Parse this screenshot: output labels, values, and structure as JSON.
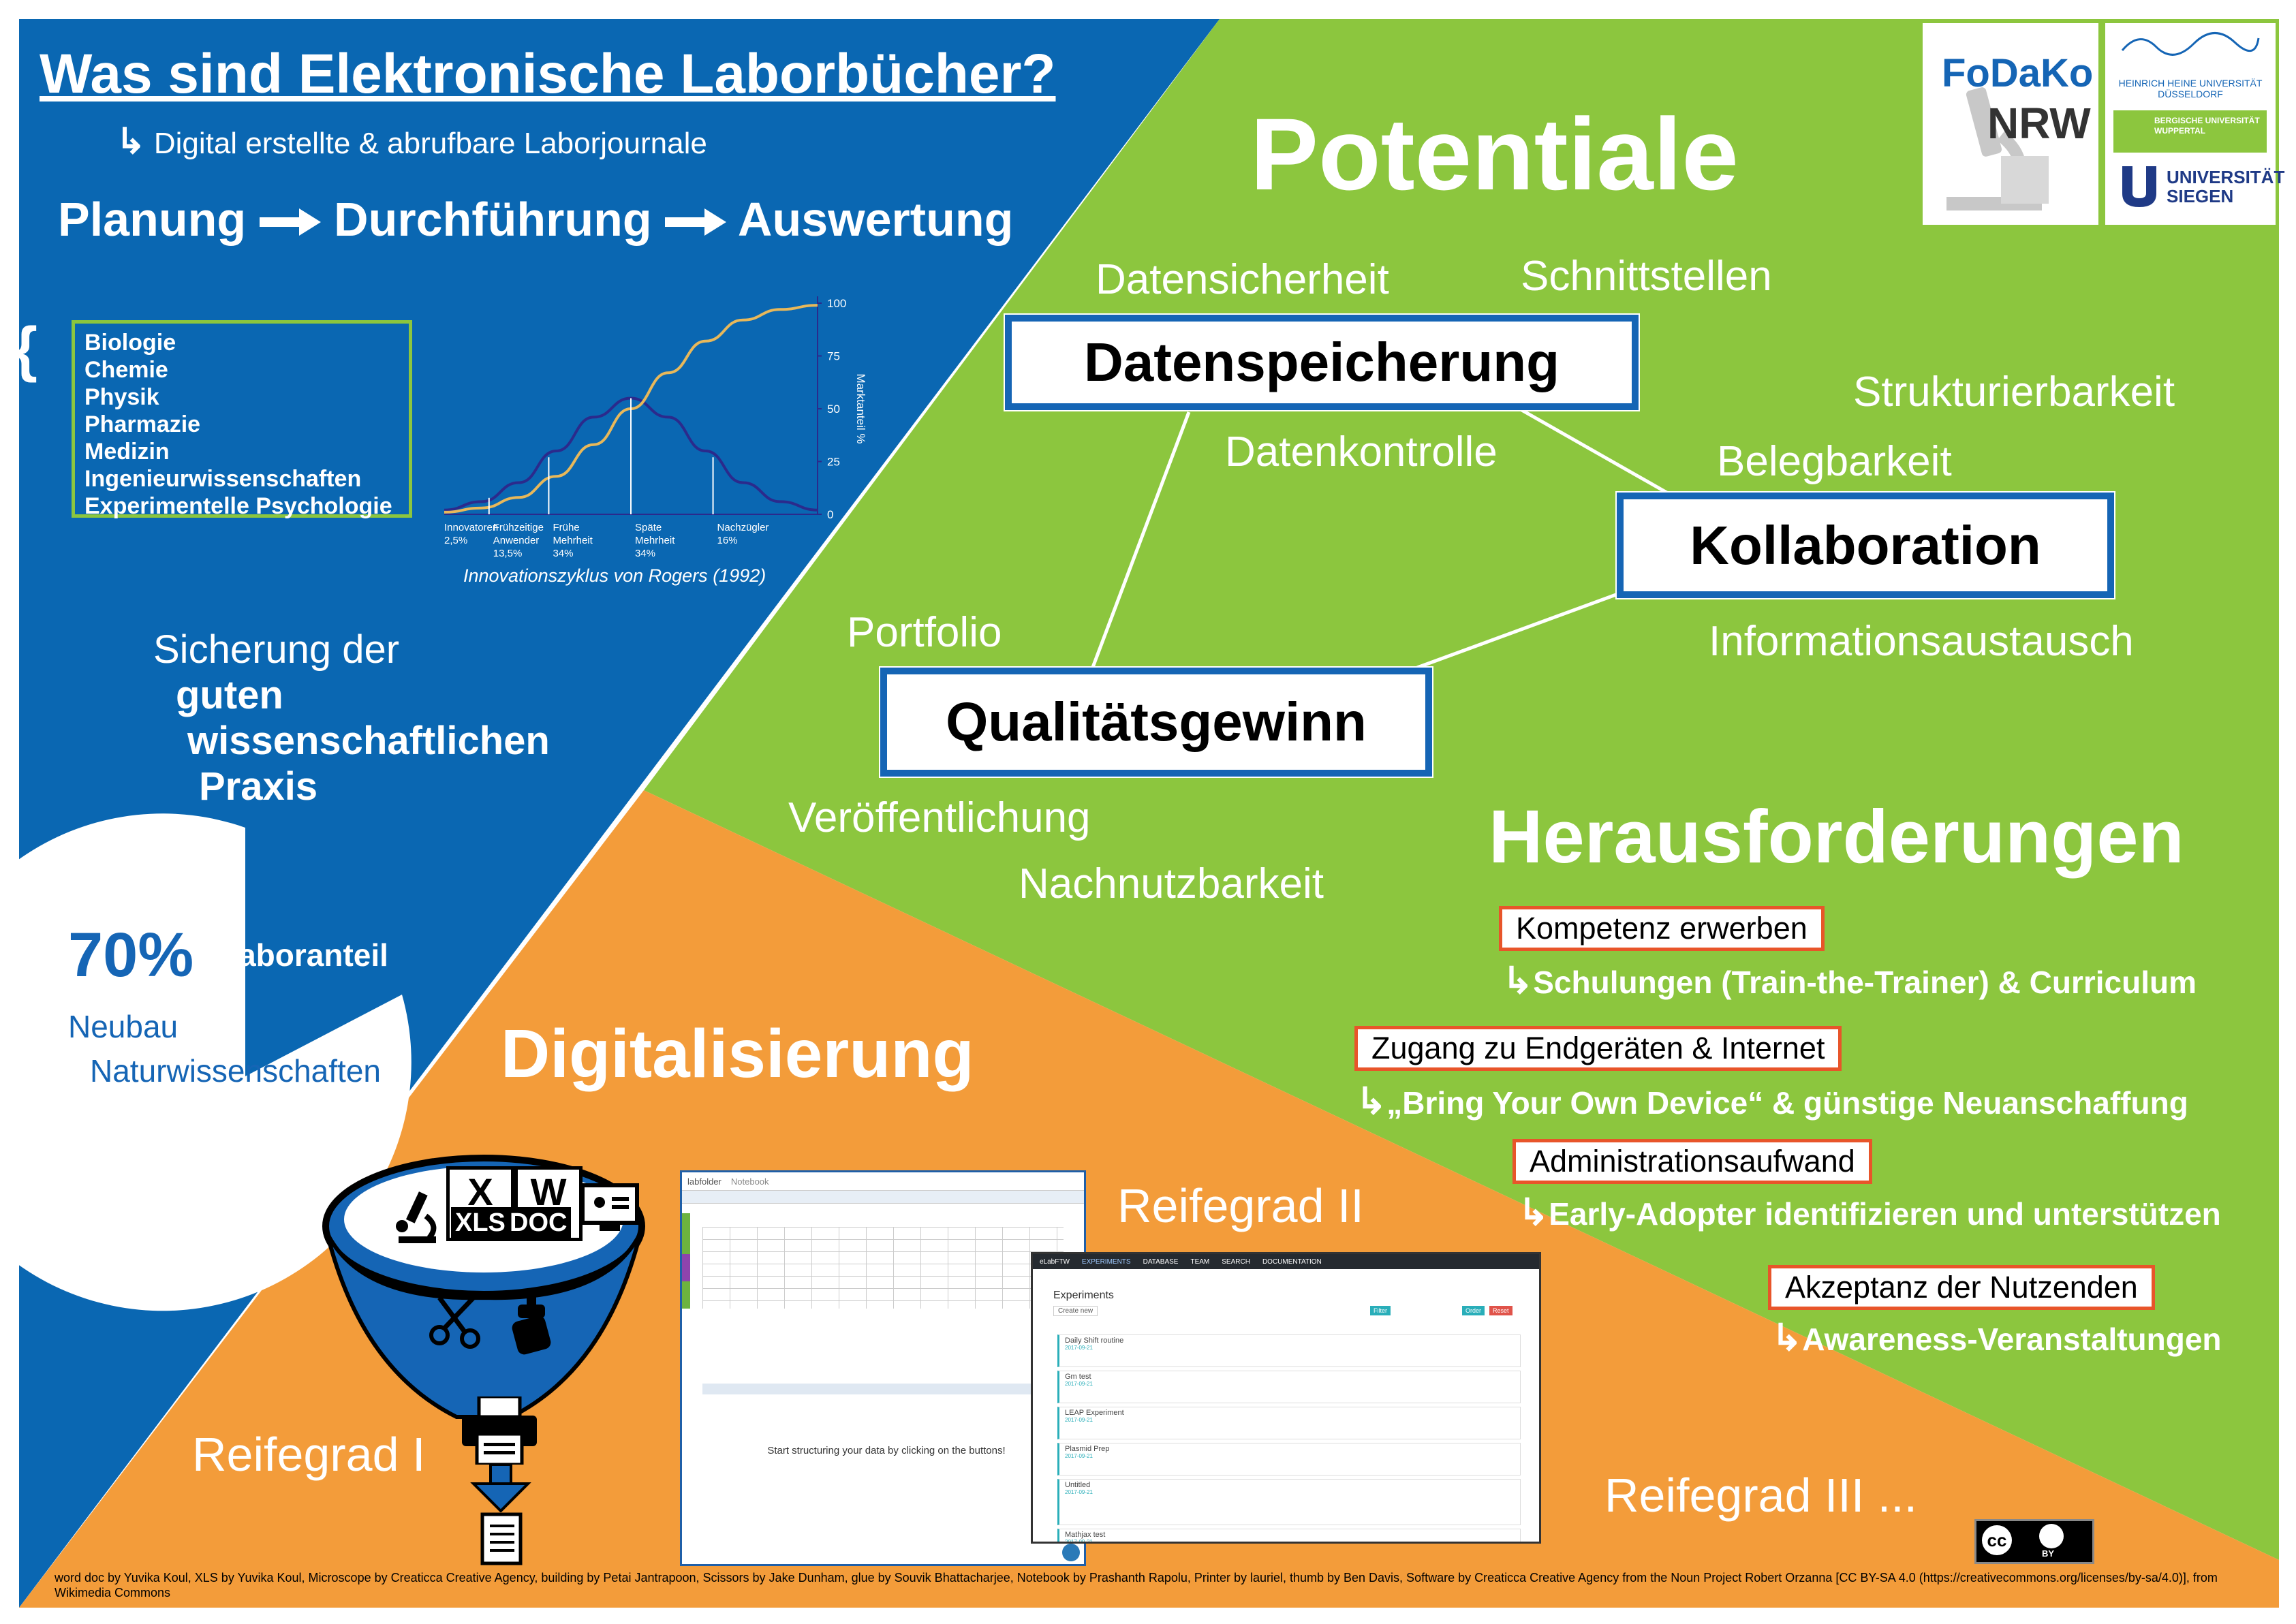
{
  "title": "Was sind Elektronische Laborbücher?",
  "subtitle": "Digital erstellte & abrufbare Laborjournale",
  "process": [
    "Planung",
    "Durchführung",
    "Auswertung"
  ],
  "fields": [
    "Biologie",
    "Chemie",
    "Physik",
    "Pharmazie",
    "Medizin",
    "Ingenieurwissenschaften",
    "Experimentelle Psychologie"
  ],
  "chart_data": {
    "type": "line",
    "title": "",
    "caption": "Innovationszyklus von Rogers (1992)",
    "ylabel": "Marktanteil %",
    "ylim": [
      0,
      100
    ],
    "yticks": [
      "0",
      "25",
      "50",
      "75",
      "100"
    ],
    "categories": [
      {
        "name": "Innovatoren",
        "share": "2,5%"
      },
      {
        "name": "Frühzeitige Anwender",
        "share": "13,5%"
      },
      {
        "name": "Frühe Mehrheit",
        "share": "34%"
      },
      {
        "name": "Späte Mehrheit",
        "share": "34%"
      },
      {
        "name": "Nachzügler",
        "share": "16%"
      }
    ],
    "series": [
      {
        "kind": "adoption-curve",
        "color": "#2b2a8c",
        "x": [
          0,
          10,
          20,
          30,
          40,
          50,
          60,
          70,
          80,
          90,
          100
        ],
        "values": [
          2,
          6,
          15,
          30,
          46,
          55,
          46,
          30,
          15,
          6,
          2
        ]
      },
      {
        "kind": "cumulative-share",
        "color": "#e8b85a",
        "x": [
          0,
          10,
          20,
          30,
          40,
          50,
          60,
          70,
          80,
          90,
          100
        ],
        "values": [
          1,
          3,
          8,
          18,
          33,
          50,
          67,
          82,
          92,
          97,
          99
        ]
      }
    ]
  },
  "praxis": [
    "Sicherung der",
    "guten",
    "wissenschaftlichen",
    "Praxis"
  ],
  "stat": {
    "value": "70%",
    "label": "Laboranteil",
    "line1": "Neubau",
    "line2": "Naturwissenschaften"
  },
  "potentiale": {
    "heading": "Potentiale",
    "boxes": {
      "datenspeicherung": "Datenspeicherung",
      "kollaboration": "Kollaboration",
      "qualitaet": "Qualitätsgewinn"
    },
    "keywords": {
      "datensicherheit": "Datensicherheit",
      "schnittstellen": "Schnittstellen",
      "strukturierbarkeit": "Strukturierbarkeit",
      "datenkontrolle": "Datenkontrolle",
      "belegbarkeit": "Belegbarkeit",
      "informationsaustausch": "Informationsaustausch",
      "portfolio": "Portfolio",
      "veroeffentlichung": "Veröffentlichung",
      "nachnutzbarkeit": "Nachnutzbarkeit"
    }
  },
  "herausforderungen": {
    "heading": "Herausforderungen",
    "items": [
      {
        "label": "Kompetenz erwerben",
        "solution": "Schulungen (Train-the-Trainer) & Curriculum"
      },
      {
        "label": "Zugang zu Endgeräten & Internet",
        "solution": "„Bring Your Own Device“ & günstige Neuanschaffung"
      },
      {
        "label": "Administrationsaufwand",
        "solution": "Early-Adopter identifizieren und unterstützen"
      },
      {
        "label": "Akzeptanz der Nutzenden",
        "solution": "Awareness-Veranstaltungen"
      }
    ]
  },
  "digitalisierung": {
    "heading": "Digitalisierung",
    "reifegrad1": "Reifegrad I",
    "reifegrad2": "Reifegrad II",
    "reifegrad3": "Reifegrad III ...",
    "funnel_labels": [
      "XLS",
      "DOC"
    ]
  },
  "screenshot1": {
    "brand": "labfolder",
    "tab": "Notebook",
    "prompt": "Start structuring your data by clicking on the buttons!"
  },
  "screenshot2": {
    "brand": "eLabFTW",
    "nav": [
      "EXPERIMENTS",
      "DATABASE",
      "TEAM",
      "SEARCH",
      "DOCUMENTATION"
    ],
    "heading": "Experiments",
    "create": "Create new",
    "buttons": [
      "Filter",
      "Order",
      "Reset"
    ],
    "entries": [
      {
        "title": "Daily Shift routine",
        "date": "2017-09-21"
      },
      {
        "title": "Gm test",
        "date": "2017-09-21"
      },
      {
        "title": "LEAP Experiment",
        "date": "2017-09-21"
      },
      {
        "title": "Plasmid Prep",
        "date": "2017-09-21"
      },
      {
        "title": "Untitled",
        "date": "2017-09-21"
      },
      {
        "title": "Mathjax test",
        "date": "2017-09-21"
      }
    ]
  },
  "logos": {
    "fodako_line1": "FoDaKo",
    "fodako_line2": "NRW",
    "hhu": "HEINRICH HEINE UNIVERSITÄT DÜSSELDORF",
    "wuppertal": "BERGISCHE UNIVERSITÄT WUPPERTAL",
    "siegen_line1": "UNIVERSITÄT",
    "siegen_line2": "SIEGEN",
    "cc": "cc",
    "by": "BY"
  },
  "credits": "word doc by Yuvika Koul, XLS by Yuvika Koul, Microscope by Creaticca Creative Agency, building by Petai Jantrapoon, Scissors by Jake Dunham, glue by Souvik Bhattacharjee, Notebook by Prashanth Rapolu, Printer by lauriel, thumb by Ben Davis, Software by Creaticca Creative Agency from the Noun Project Robert Orzanna [CC BY-SA 4.0 (https://creativecommons.org/licenses/by-sa/4.0)], from Wikimedia Commons",
  "colors": {
    "blue": "#0a67b2",
    "green": "#8cc63e",
    "orange": "#f39c3a",
    "box_border": "#1565b5",
    "challenge_border": "#e8552a"
  }
}
